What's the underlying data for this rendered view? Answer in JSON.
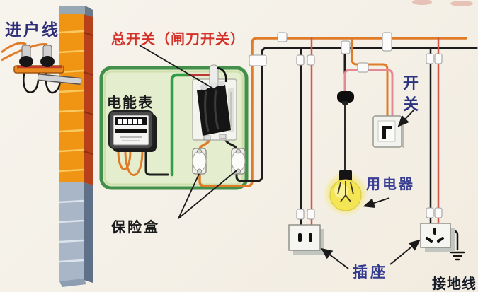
{
  "diagram": {
    "labels": {
      "service_wire": "进户线",
      "main_switch": "总开关（闸刀开关）",
      "energy_meter": "电能表",
      "fuse_box": "保险盒",
      "switch": "开关",
      "appliance": "用电器",
      "socket": "插座",
      "ground_wire": "接地线"
    },
    "colors": {
      "live_wire_orange": "#e07b28",
      "neutral_wire_black": "#1c1c1c",
      "ground_green": "#2f9e44",
      "red_wire": "#cf3b33",
      "pink_return_wire": "#e58896",
      "panel_fill": "#e4eecf",
      "panel_border": "#42904a",
      "wall_orange": "#f09413",
      "wall_gray": "#a9b6c8",
      "label_red": "#d3322a",
      "label_blue": "#333a8e",
      "bulb_yellow": "#f3e554",
      "background": "#f5f2ea"
    }
  }
}
